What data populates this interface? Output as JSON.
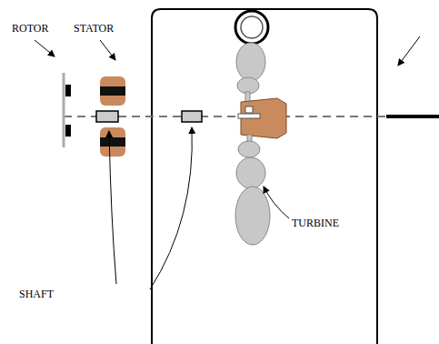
{
  "diagram": {
    "labels": [
      "ROTOR",
      "STATOR",
      "TURBINE",
      "SHAFT"
    ]
  }
}
